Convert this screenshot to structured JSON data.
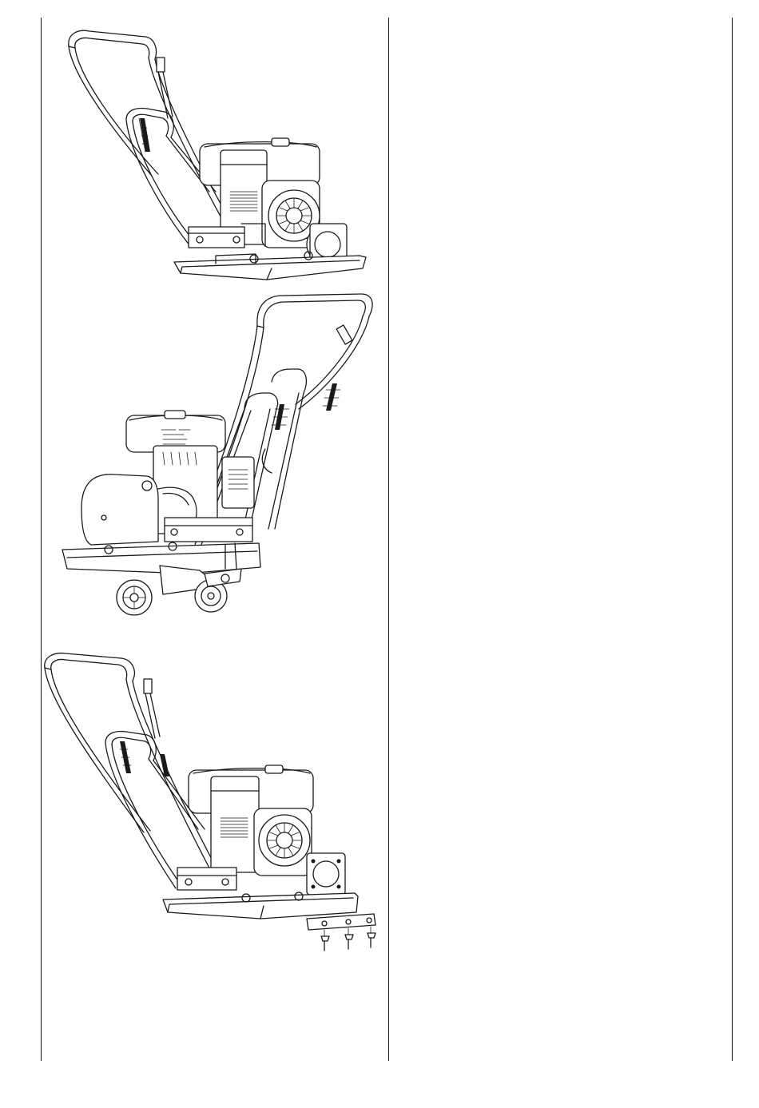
{
  "page": {
    "columns": 2
  },
  "figures": [
    {
      "icon": "plate-compactor-icon",
      "view": "rear-left"
    },
    {
      "icon": "plate-compactor-with-wheels-icon",
      "view": "rear-right"
    },
    {
      "icon": "plate-compactor-with-pad-bolts-icon",
      "view": "rear-left-exploded"
    }
  ],
  "colors": {
    "background": "#ffffff",
    "line_art": "#1a1a1a"
  }
}
